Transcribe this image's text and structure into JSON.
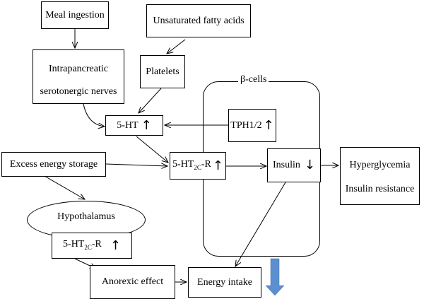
{
  "nodes": {
    "meal_ingestion": "Meal ingestion",
    "unsaturated_fatty_acids": "Unsaturated fatty acids",
    "intrapancreatic_line1": "Intrapancreatic",
    "intrapancreatic_line2": "serotonergic nerves",
    "platelets": "Platelets",
    "beta_cells": "β-cells",
    "five_ht": "5-HT",
    "tph": "TPH1/2",
    "excess_energy": "Excess energy storage",
    "receptor_main": "5-HT",
    "receptor_sub": "2C",
    "receptor_suffix": "-R",
    "insulin": "Insulin",
    "hyperglycemia": "Hyperglycemia",
    "insulin_resistance": "Insulin resistance",
    "hypothalamus": "Hypothalamus",
    "receptor2_main": "5-HT",
    "receptor2_sub": "2C",
    "receptor2_suffix": "-R",
    "anorexic": "Anorexic effect",
    "energy_intake": "Energy intake"
  },
  "symbols": {
    "up_arrow": "↑",
    "down_arrow": "↓"
  },
  "colors": {
    "block_arrow": "#5b8fd0"
  }
}
